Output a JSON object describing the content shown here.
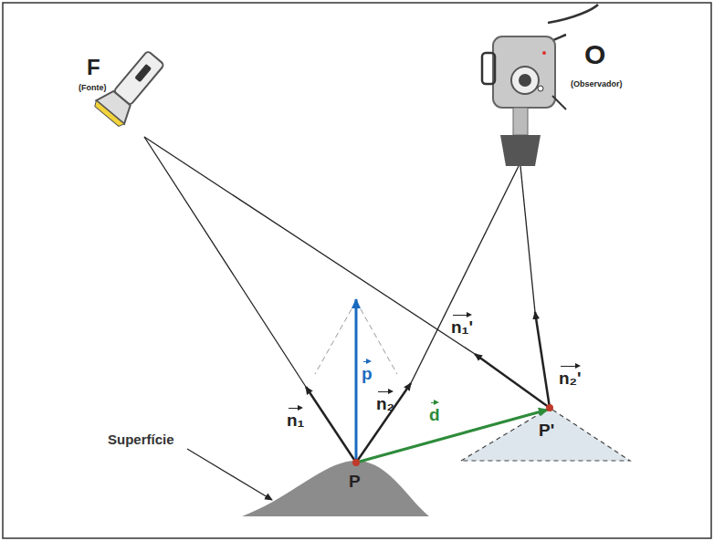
{
  "diagram": {
    "labels": [
      "F",
      "(Fonte)",
      "O",
      "(Observador)",
      "n₁",
      "p",
      "n₂",
      "d",
      "n₁'",
      "n₂'",
      "P",
      "P'",
      "Superfície"
    ]
  }
}
